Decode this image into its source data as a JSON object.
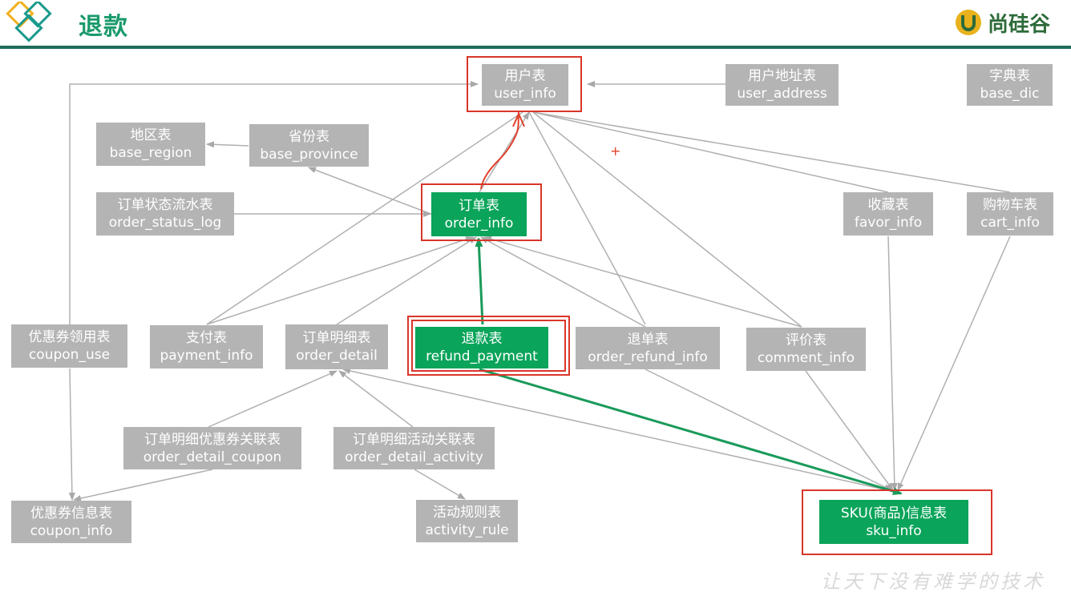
{
  "header": {
    "title": "退款",
    "brand_text": "尚硅谷"
  },
  "colors": {
    "accent_green": "#0aa45a",
    "node_gray": "#b4b4b4",
    "highlight_red": "#d9362a",
    "header_rule": "#1f6b5a"
  },
  "nodes": {
    "user_info": {
      "cn": "用户表",
      "en": "user_info"
    },
    "user_address": {
      "cn": "用户地址表",
      "en": "user_address"
    },
    "base_dic": {
      "cn": "字典表",
      "en": "base_dic"
    },
    "base_region": {
      "cn": "地区表",
      "en": "base_region"
    },
    "base_province": {
      "cn": "省份表",
      "en": "base_province"
    },
    "order_status_log": {
      "cn": "订单状态流水表",
      "en": "order_status_log"
    },
    "order_info": {
      "cn": "订单表",
      "en": "order_info"
    },
    "favor_info": {
      "cn": "收藏表",
      "en": "favor_info"
    },
    "cart_info": {
      "cn": "购物车表",
      "en": "cart_info"
    },
    "coupon_use": {
      "cn": "优惠券领用表",
      "en": "coupon_use"
    },
    "payment_info": {
      "cn": "支付表",
      "en": "payment_info"
    },
    "order_detail": {
      "cn": "订单明细表",
      "en": "order_detail"
    },
    "refund_payment": {
      "cn": "退款表",
      "en": "refund_payment"
    },
    "order_refund_info": {
      "cn": "退单表",
      "en": "order_refund_info"
    },
    "comment_info": {
      "cn": "评价表",
      "en": "comment_info"
    },
    "order_detail_coupon": {
      "cn": "订单明细优惠券关联表",
      "en": "order_detail_coupon"
    },
    "order_detail_activity": {
      "cn": "订单明细活动关联表",
      "en": "order_detail_activity"
    },
    "coupon_info": {
      "cn": "优惠券信息表",
      "en": "coupon_info"
    },
    "activity_rule": {
      "cn": "活动规则表",
      "en": "activity_rule"
    },
    "sku_info": {
      "cn": "SKU(商品)信息表",
      "en": "sku_info"
    }
  },
  "highlighted": [
    "user_info",
    "order_info",
    "refund_payment",
    "sku_info"
  ],
  "annotation_mark": "+",
  "watermark": "让天下没有难学的技术"
}
